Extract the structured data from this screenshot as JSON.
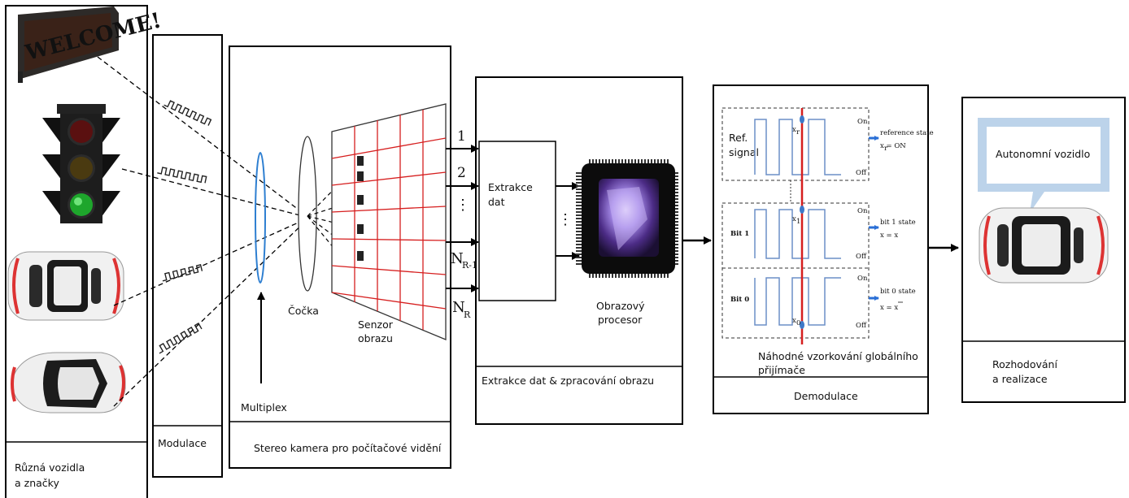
{
  "welcome_sign": "WELCOME!",
  "panels": {
    "vehicles": {
      "caption_line1": "Různá vozidla",
      "caption_line2": "a značky"
    },
    "modulation": {
      "caption": "Modulace"
    },
    "camera": {
      "caption": "Stereo kamera pro počítačové vidění",
      "multiplex": "Multiplex",
      "lens": "Čočka",
      "sensor_line1": "Senzor",
      "sensor_line2": "obrazu",
      "outputs": [
        "1",
        "2",
        "N",
        "N"
      ],
      "output_subs": [
        "",
        "",
        "R-1",
        "R"
      ]
    },
    "processing": {
      "caption": "Extrakce dat & zpracování obrazu",
      "extract_line1": "Extrakce",
      "extract_line2": "dat",
      "processor_line1": "Obrazový",
      "processor_line2": "procesor"
    },
    "demodulation": {
      "caption": "Demodulace",
      "sampling_line1": "Náhodné vzorkování globálního",
      "sampling_line2": "přijímače",
      "ref_line1": "Ref.",
      "ref_line2": "signal",
      "bit1": "Bit 1",
      "bit0": "Bit 0",
      "on": "On",
      "off": "Off",
      "xr": "x",
      "xr_sub": "r",
      "x1": "x",
      "x1_sub": "1",
      "x0": "x",
      "x0_sub": "0",
      "ref_state": "reference state",
      "ref_eq": "x = ON",
      "ref_eq_sub": "r",
      "bit1_state": "bit 1 state",
      "bit1_eq": "x = x",
      "bit0_state": "bit 0 state",
      "bit0_eq": "x = x"
    },
    "decision": {
      "caption_line1": "Rozhodování",
      "caption_line2": "a realizace",
      "bubble": "Autonomní vozidlo"
    }
  }
}
